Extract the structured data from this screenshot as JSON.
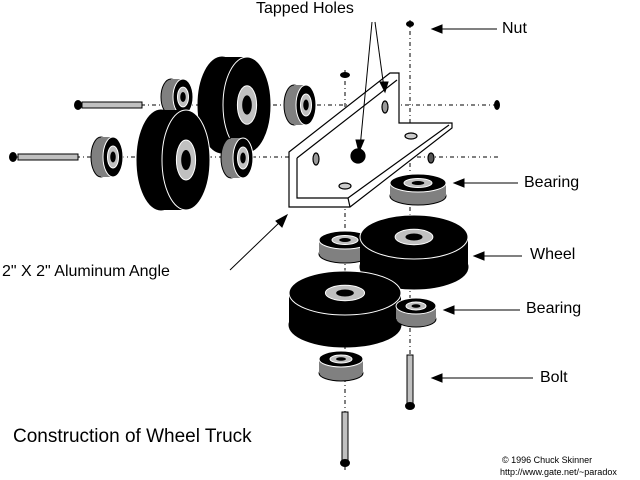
{
  "labels": {
    "tapped_holes": "Tapped Holes",
    "nut": "Nut",
    "bearing_top": "Bearing",
    "wheel": "Wheel",
    "bearing_bottom": "Bearing",
    "bolt": "Bolt",
    "angle": "2\" X 2\" Aluminum Angle"
  },
  "title": "Construction of Wheel Truck",
  "credit": {
    "copyright": "© 1996 Chuck Skinner",
    "url": "http://www.gate.net/~paradox"
  },
  "colors": {
    "wheel": "#000000",
    "bearing": "#808080",
    "hub": "#c0c0c0"
  }
}
